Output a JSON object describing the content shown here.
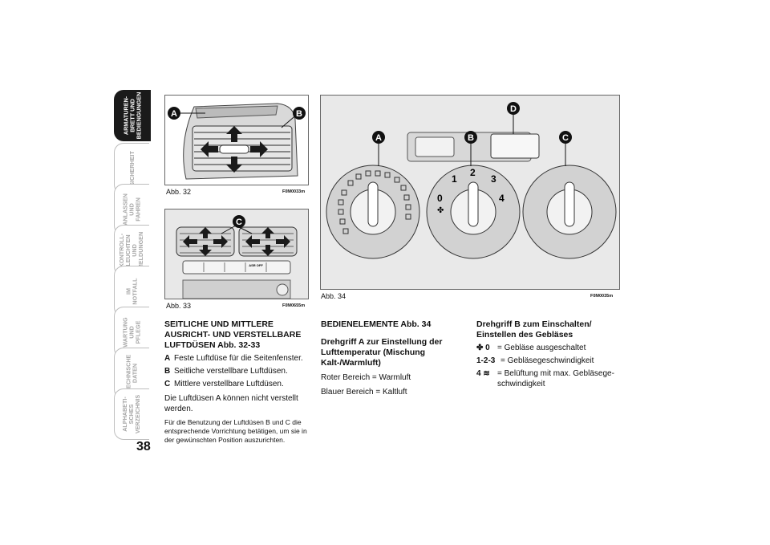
{
  "page_number": "38",
  "tabs": [
    {
      "label": "ARMATUREN-\nBRETT UND\nBEDIENGUNGEN",
      "active": true
    },
    {
      "label": "SICHERHEIT",
      "active": false
    },
    {
      "label": "ANLASSEN\nUND FAHREN",
      "active": false
    },
    {
      "label": "KONTROLL-\nLEUCHTEN UND\nMELDUNGEN",
      "active": false
    },
    {
      "label": "IM NOTFALL",
      "active": false
    },
    {
      "label": "WARTUNG\nUND PFLEGE",
      "active": false
    },
    {
      "label": "TECHNISCHE\nDATEN",
      "active": false
    },
    {
      "label": "ALPHABETI-\nSCHES\nVERZEICHNIS",
      "active": false
    }
  ],
  "figures": {
    "fig32": {
      "label": "Abb. 32",
      "code": "F0M0033m",
      "callouts": [
        "A",
        "B"
      ]
    },
    "fig33": {
      "label": "Abb. 33",
      "code": "F0M0655m",
      "callouts": [
        "C"
      ],
      "switch_text": "ASR OFF"
    },
    "fig34": {
      "label": "Abb. 34",
      "code": "F0M0035m",
      "callouts": [
        "A",
        "B",
        "C",
        "D"
      ],
      "fan_numbers": [
        "0",
        "1",
        "2",
        "3",
        "4"
      ]
    }
  },
  "col1": {
    "heading": "SEITLICHE UND MITTLERE AUSRICHT- UND VERSTELLBARE LUFTDÜSEN Abb. 32-33",
    "items": [
      {
        "key": "A",
        "text": "Feste Luftdüse für die Seitenfenster."
      },
      {
        "key": "B",
        "text": "Seitliche verstellbare Luftdüsen."
      },
      {
        "key": "C",
        "text": "Mittlere verstellbare Luftdüsen."
      }
    ],
    "para1": "Die Luftdüsen A können nicht verstellt werden.",
    "para2": "Für die Benutzung der Luftdüsen B und C die entsprechende Vorrichtung betätigen, um sie in der gewünschten Position auszurichten."
  },
  "col2": {
    "heading1": "BEDIENELEMENTE Abb. 34",
    "heading2": "Drehgriff A zur Einstellung der Lufttemperatur (Mischung Kalt-/Warmluft)",
    "line1": "Roter Bereich = Warmluft",
    "line2": "Blauer Bereich = Kaltluft"
  },
  "col3": {
    "heading": "Drehgriff B zum Einschalten/ Einstellen des Gebläses",
    "rows": [
      {
        "key": "0",
        "text": "= Gebläse ausgeschaltet"
      },
      {
        "key": "1-2-3",
        "text": "= Gebläsegeschwindigkeit"
      },
      {
        "key": "4",
        "text": "= Belüftung mit max. Gebläsege-schwindigkeit"
      }
    ]
  }
}
